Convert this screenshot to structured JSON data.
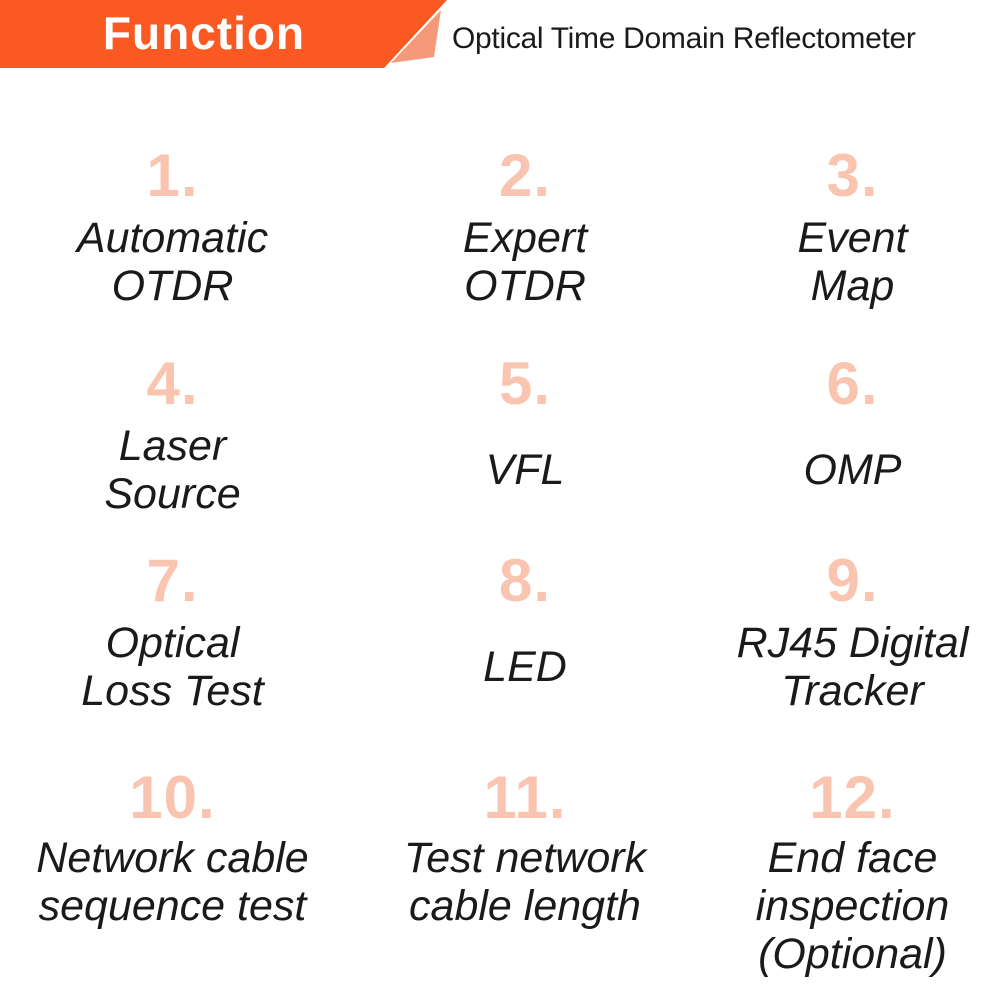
{
  "header": {
    "banner_label": "Function",
    "title": "Optical Time Domain Reflectometer",
    "banner_color": "#FA5A22",
    "banner_accent_color": "#F5997A"
  },
  "colors": {
    "number": "#FAC5B0",
    "feature_text": "#1A1A1A",
    "background": "#FFFFFF"
  },
  "features": [
    {
      "number": "1.",
      "lines": [
        "Automatic",
        "OTDR"
      ]
    },
    {
      "number": "2.",
      "lines": [
        "Expert",
        "OTDR"
      ]
    },
    {
      "number": "3.",
      "lines": [
        "Event",
        "Map"
      ]
    },
    {
      "number": "4.",
      "lines": [
        "Laser",
        "Source"
      ]
    },
    {
      "number": "5.",
      "lines": [
        "VFL"
      ]
    },
    {
      "number": "6.",
      "lines": [
        "OMP"
      ]
    },
    {
      "number": "7.",
      "lines": [
        "Optical",
        "Loss Test"
      ]
    },
    {
      "number": "8.",
      "lines": [
        "LED"
      ]
    },
    {
      "number": "9.",
      "lines": [
        "RJ45 Digital",
        "Tracker"
      ]
    },
    {
      "number": "10.",
      "lines": [
        "Network cable",
        "sequence test"
      ]
    },
    {
      "number": "11.",
      "lines": [
        "Test network",
        "cable length"
      ]
    },
    {
      "number": "12.",
      "lines": [
        "End face",
        "inspection",
        "(Optional)"
      ]
    }
  ]
}
